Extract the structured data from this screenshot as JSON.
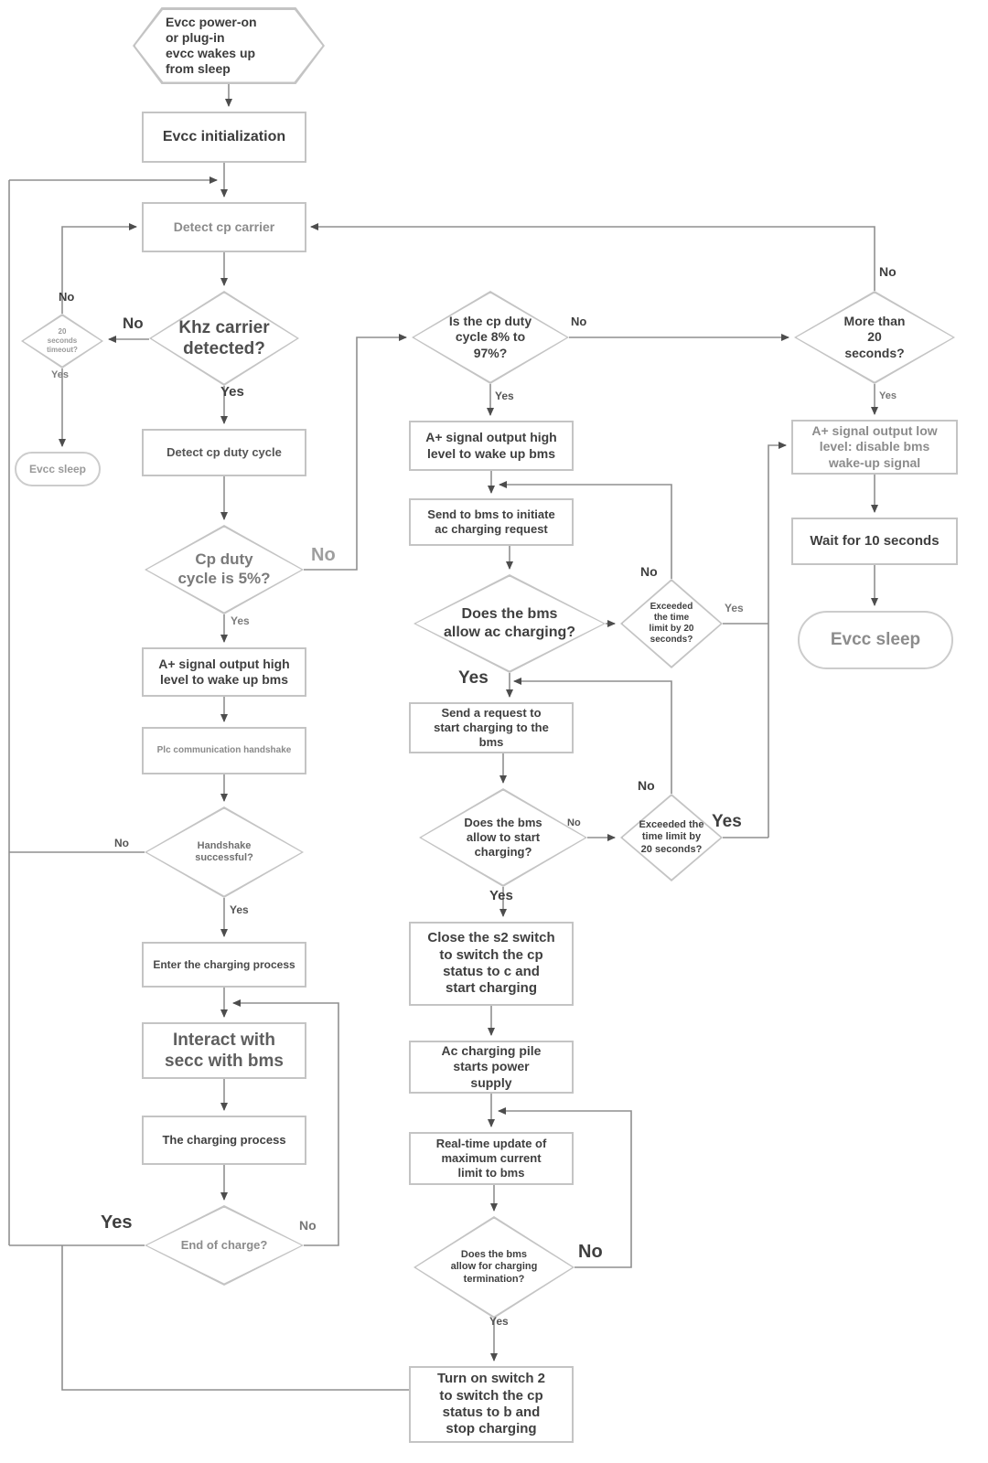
{
  "nodes": {
    "start": {
      "label": "Evcc power-on\nor plug-in\nevcc wakes up\nfrom sleep"
    },
    "evcc_init": {
      "label": "Evcc initialization"
    },
    "detect_cp_carrier": {
      "label": "Detect cp carrier"
    },
    "khz_carrier": {
      "label": "Khz carrier\ndetected?"
    },
    "timeout_20s": {
      "label": "20\nseconds\ntimeout?"
    },
    "evcc_sleep_left": {
      "label": "Evcc sleep"
    },
    "detect_duty_cycle": {
      "label": "Detect cp duty cycle"
    },
    "duty_is_5": {
      "label": "Cp duty\ncycle is 5%?"
    },
    "aplus_high_left": {
      "label": "A+ signal output high\nlevel to wake up bms"
    },
    "plc_handshake": {
      "label": "Plc communication handshake"
    },
    "handshake_successful": {
      "label": "Handshake\nsuccessful?"
    },
    "enter_charging": {
      "label": "Enter the charging process"
    },
    "interact_secc": {
      "label": "Interact with\nsecc with bms"
    },
    "charging_process": {
      "label": "The charging process"
    },
    "end_of_charge": {
      "label": "End of charge?"
    },
    "duty_8_97": {
      "label": "Is the cp duty\ncycle 8% to\n97%?"
    },
    "aplus_high_mid": {
      "label": "A+ signal output high\nlevel to wake up bms"
    },
    "send_initiate_request": {
      "label": "Send to bms to initiate\nac charging request"
    },
    "bms_allow_ac": {
      "label": "Does the bms\nallow ac charging?"
    },
    "exceeded_limit_1": {
      "label": "Exceeded\nthe time\nlimit by 20\nseconds?"
    },
    "send_start_request": {
      "label": "Send a request to\nstart charging to the\nbms"
    },
    "bms_allow_start": {
      "label": "Does the bms\nallow to start\ncharging?"
    },
    "exceeded_limit_2": {
      "label": "Exceeded the\ntime limit by\n20 seconds?"
    },
    "close_s2_switch": {
      "label": "Close the s2 switch\nto switch the cp\nstatus to c and\nstart charging"
    },
    "ac_pile_power": {
      "label": "Ac charging pile\nstarts power\nsupply"
    },
    "realtime_current_update": {
      "label": "Real-time update of\nmaximum current\nlimit to bms"
    },
    "bms_allow_termination": {
      "label": "Does the bms\nallow for charging\ntermination?"
    },
    "turn_on_switch2": {
      "label": "Turn on switch 2\nto switch the cp\nstatus to b and\nstop charging"
    },
    "more_than_20s": {
      "label": "More than\n20\nseconds?"
    },
    "aplus_low": {
      "label": "A+ signal output low\nlevel: disable bms\nwake-up signal"
    },
    "wait_10s": {
      "label": "Wait for 10 seconds"
    },
    "evcc_sleep_right": {
      "label": "Evcc sleep"
    }
  },
  "edge_labels": {
    "khz_no": "No",
    "timeout_no": "No",
    "timeout_yes": "Yes",
    "khz_yes": "Yes",
    "duty5_no": "No",
    "duty5_yes": "Yes",
    "handshake_no": "No",
    "handshake_yes": "Yes",
    "end_charge_yes": "Yes",
    "end_charge_no": "No",
    "duty897_no": "No",
    "duty897_yes": "Yes",
    "allow_ac_yes": "Yes",
    "exceeded1_no": "No",
    "exceeded1_yes": "Yes",
    "allow_start_no": "No",
    "allow_start_yes": "Yes",
    "exceeded2_no": "No",
    "exceeded2_yes": "Yes",
    "termination_no": "No",
    "termination_yes": "Yes",
    "more20_no": "No",
    "more20_yes": "Yes"
  },
  "colors": {
    "line": "#8f8f8f",
    "arrowhead": "#4d4d4d",
    "shape_border": "#c4c4c4",
    "text_dark": "#3f3f3f",
    "text_muted": "#8f8f8f"
  }
}
